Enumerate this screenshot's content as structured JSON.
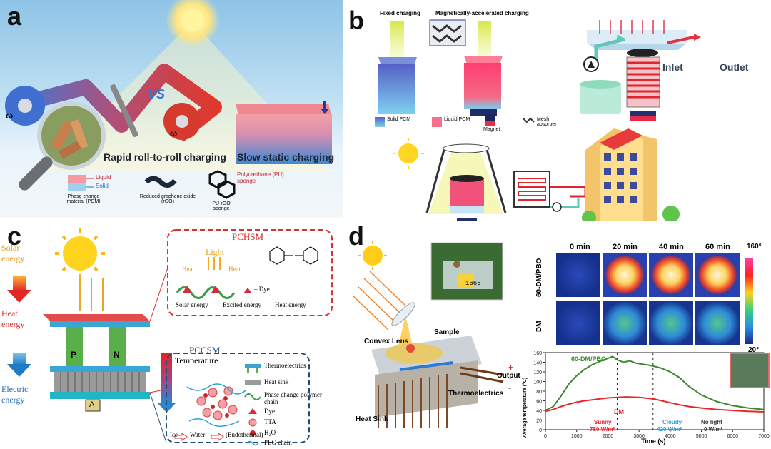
{
  "panel_a": {
    "label": "a",
    "vs": "VS",
    "omega": "ω",
    "caption_left": "Rapid roll-to-roll charging",
    "caption_right": "Slow static charging",
    "legend": {
      "liquid": "Liquid",
      "solid": "Solid",
      "pcm": "Phase change material (PCM)",
      "rgo": "Reduced graphene oxide (rGO)",
      "pu": "Polyurethane (PU) sponge",
      "purgo": "PU-rGO sponge"
    }
  },
  "panel_b": {
    "label": "b",
    "fixed": "Fixed charging",
    "mag": "Magnetically-accelerated charging",
    "inlet": "Inlet",
    "outlet": "Outlet",
    "legend": {
      "solid": "Solid PCM",
      "liquid": "Liquid PCM",
      "magnet": "Magnet",
      "mesh": "Mesh absorber"
    }
  },
  "panel_c": {
    "label": "c",
    "solar": "Solar energy",
    "heat": "Heat energy",
    "electric": "Electric energy",
    "pchsm": "PCHSM",
    "light": "Light",
    "heat_left": "Heat",
    "heat_right": "Heat",
    "dye_label": "– Dye",
    "flow": [
      "Solar energy",
      "Excited energy",
      "Heat energy"
    ],
    "temperature": "Temperature",
    "pccsm": "PCCSM",
    "p": "P",
    "n": "N",
    "a": "A",
    "ice": "Ice",
    "water": "Water",
    "endo": "(Endothermal)",
    "legend": [
      "Thermoelectrics",
      "Heat sink",
      "Phase change polymer chain",
      "Dye",
      "TTA",
      "H₂O",
      "PEG chain"
    ]
  },
  "panel_d": {
    "label": "d",
    "times": [
      "0 min",
      "20 min",
      "40 min",
      "60 min"
    ],
    "rows": [
      "60-DM/PBO",
      "DM"
    ],
    "scale_max": "160°",
    "scale_min": "20°",
    "meter": "1665",
    "convex": "Convex Lens",
    "sample": "Sample",
    "output": "Output",
    "plus": "+",
    "minus": "-",
    "thermo": "Thermoelectrics",
    "heatsink": "Heat Sink",
    "colors": {
      "series1": "#3c8a2e",
      "series2": "#e8262a"
    }
  },
  "chart_data": {
    "type": "line",
    "xlabel": "Time (s)",
    "ylabel": "Average temperature (°C)",
    "xlim": [
      0,
      7000
    ],
    "ylim": [
      0,
      160
    ],
    "xticks": [
      0,
      1000,
      2000,
      3000,
      4000,
      5000,
      6000,
      7000
    ],
    "yticks": [
      0,
      20,
      40,
      60,
      80,
      100,
      120,
      140,
      160
    ],
    "vlines": [
      2300,
      3450
    ],
    "annotations": [
      {
        "text": "Sunny",
        "sub": "780 W/m²"
      },
      {
        "text": "Cloudy",
        "sub": "420 W/m²"
      },
      {
        "text": "No light",
        "sub": "0 W/m²"
      }
    ],
    "series": [
      {
        "name": "60-DM/PBO",
        "x": [
          0,
          250,
          500,
          750,
          1000,
          1250,
          1500,
          1750,
          2000,
          2150,
          2300,
          2500,
          2700,
          2900,
          3100,
          3300,
          3450,
          3700,
          4000,
          4300,
          4600,
          5000,
          5500,
          6000,
          6500,
          7000
        ],
        "y": [
          40,
          48,
          70,
          95,
          112,
          125,
          135,
          142,
          148,
          152,
          145,
          140,
          143,
          138,
          136,
          134,
          132,
          128,
          120,
          108,
          90,
          72,
          58,
          50,
          45,
          42
        ]
      },
      {
        "name": "DM",
        "x": [
          0,
          250,
          500,
          750,
          1000,
          1250,
          1500,
          1750,
          2000,
          2300,
          2600,
          3000,
          3450,
          3800,
          4200,
          4600,
          5000,
          5500,
          6000,
          6500,
          7000
        ],
        "y": [
          38,
          42,
          48,
          53,
          57,
          60,
          62,
          64,
          66,
          67,
          68,
          67,
          64,
          59,
          53,
          48,
          45,
          42,
          40,
          38,
          37
        ]
      }
    ]
  }
}
